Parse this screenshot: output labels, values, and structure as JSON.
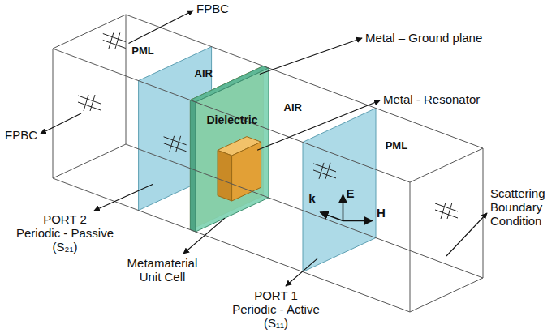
{
  "diagram": {
    "labels": [
      "FPBC",
      "FPBC",
      "PML",
      "AIR",
      "Metal – Ground plane",
      "Dielectric",
      "Metal - Resonator",
      "AIR",
      "PML",
      "PORT 2",
      "Periodic - Passive",
      "(S₂₁)",
      "Metamaterial",
      "Unit Cell",
      "k",
      "E",
      "H",
      "Scattering",
      "Boundary",
      "Condition",
      "PORT 1",
      "Periodic - Active",
      "(S₁₁)"
    ]
  }
}
